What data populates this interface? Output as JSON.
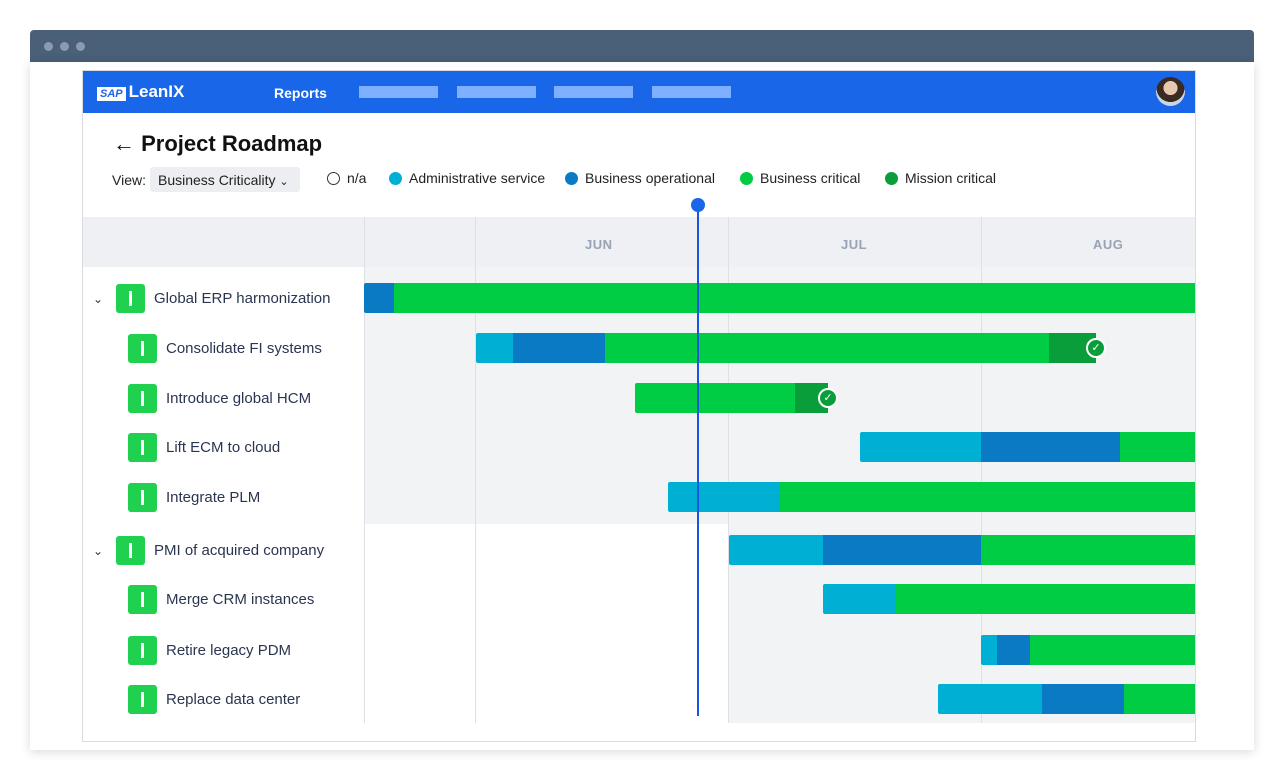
{
  "app": {
    "brand_mark": "SAP",
    "brand": "LeanIX",
    "nav_reports": "Reports"
  },
  "page": {
    "title": "Project Roadmap",
    "back_icon": "arrow-left-icon",
    "view_label": "View:",
    "view_value": "Business Criticality"
  },
  "colors": {
    "n/a": "#ffffff",
    "administrative": "#00b0d4",
    "operational": "#0a7ac4",
    "critical": "#00cc44",
    "mission": "#0a9e3a",
    "today": "#1a55e0"
  },
  "legend": [
    {
      "key": "n/a",
      "label": "n/a"
    },
    {
      "key": "administrative",
      "label": "Administrative service"
    },
    {
      "key": "operational",
      "label": "Business operational"
    },
    {
      "key": "critical",
      "label": "Business critical"
    },
    {
      "key": "mission",
      "label": "Mission critical"
    }
  ],
  "months": [
    "JUN",
    "JUL",
    "AUG"
  ],
  "rows": [
    {
      "label": "Global ERP harmonization",
      "group": true,
      "segments": [
        "operational",
        "critical"
      ]
    },
    {
      "label": "Consolidate FI systems",
      "segments": [
        "administrative",
        "operational",
        "critical",
        "mission"
      ],
      "completed": true
    },
    {
      "label": "Introduce global HCM",
      "segments": [
        "critical",
        "mission"
      ],
      "completed": true
    },
    {
      "label": "Lift ECM to cloud",
      "segments": [
        "administrative",
        "operational",
        "critical"
      ]
    },
    {
      "label": "Integrate PLM",
      "segments": [
        "administrative",
        "critical"
      ]
    },
    {
      "label": "PMI of acquired company",
      "group": true,
      "segments": [
        "administrative",
        "operational",
        "critical"
      ]
    },
    {
      "label": "Merge CRM instances",
      "segments": [
        "administrative",
        "critical"
      ]
    },
    {
      "label": "Retire legacy PDM",
      "segments": [
        "administrative",
        "operational",
        "critical"
      ]
    },
    {
      "label": "Replace data center",
      "segments": [
        "administrative",
        "operational",
        "critical"
      ]
    }
  ]
}
